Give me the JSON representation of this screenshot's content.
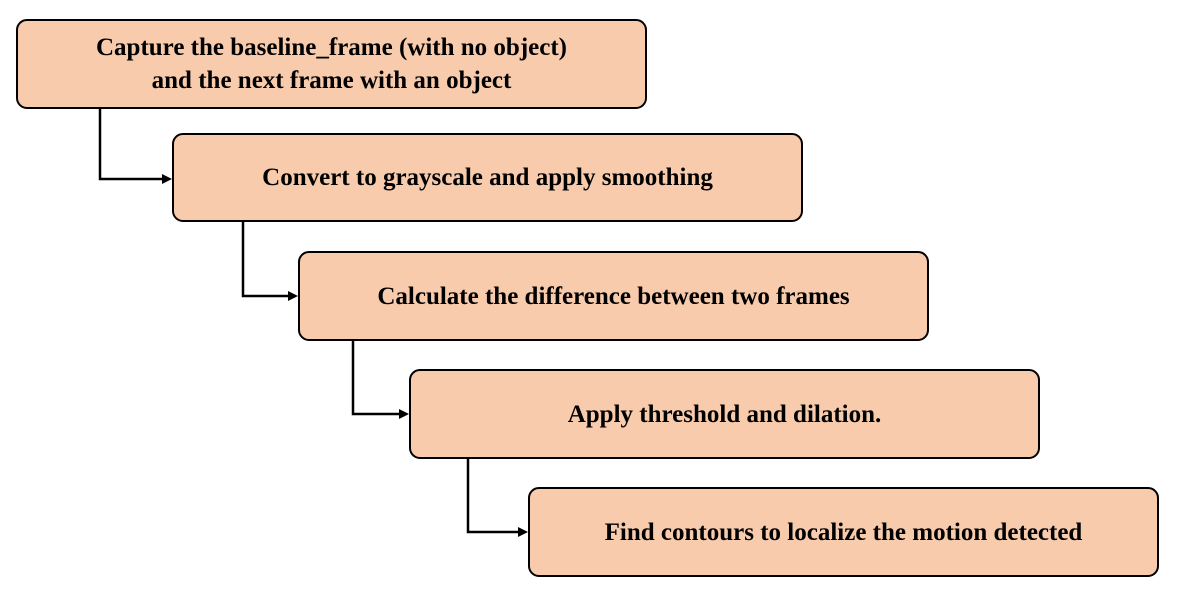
{
  "diagram": {
    "type": "process-flow",
    "colors": {
      "box_fill": "#f8cbad",
      "box_border": "#000000",
      "connector": "#000000"
    },
    "steps": [
      {
        "label": "Capture the baseline_frame (with no object)\nand the next frame with an object"
      },
      {
        "label": "Convert to grayscale and apply smoothing"
      },
      {
        "label": "Calculate the difference between two frames"
      },
      {
        "label": "Apply threshold and dilation."
      },
      {
        "label": "Find contours to localize the motion detected"
      }
    ]
  }
}
